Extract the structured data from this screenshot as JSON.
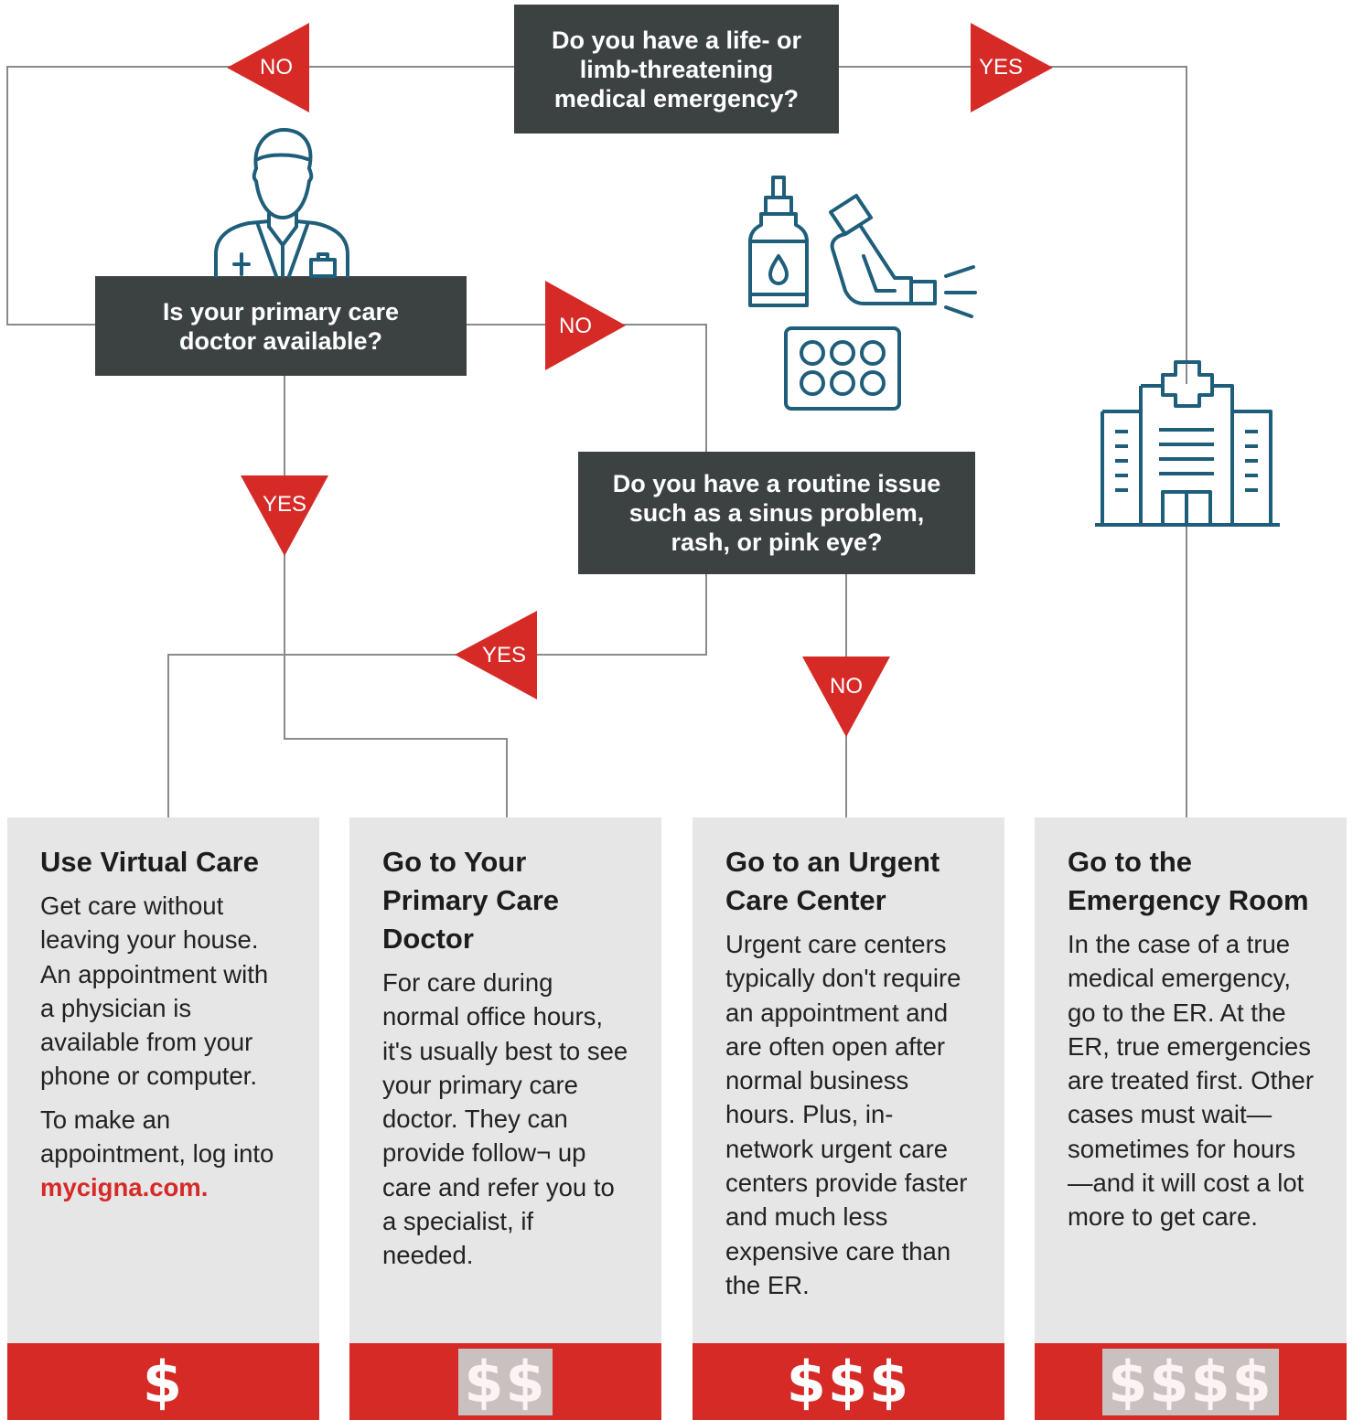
{
  "questions": {
    "q1": [
      "Do you have a life- or",
      "limb-threatening",
      "medical emergency?"
    ],
    "q2": [
      "Is your primary care",
      "doctor available?"
    ],
    "q3": [
      "Do you have a routine issue",
      "such as a sinus problem,",
      "rash, or pink eye?"
    ]
  },
  "arrows": {
    "q1_no": "NO",
    "q1_yes": "YES",
    "q2_no": "NO",
    "q2_yes": "YES",
    "q3_yes": "YES",
    "q3_no": "NO"
  },
  "cards": [
    {
      "title": "Use Virtual Care",
      "body": "Get care without leaving your house. An appointment with a physician is available from your phone or computer.",
      "body2": "To make an appointment, log into",
      "link": "mycigna.com.",
      "cost": "$"
    },
    {
      "title": "Go to Your Primary Care Doctor",
      "body": "For care during normal office hours, it's usually best to see your primary care doctor. They can provide follow¬ up care and refer you to a specialist, if needed.",
      "cost": "$$"
    },
    {
      "title": "Go to an Urgent Care Center",
      "body": "Urgent care centers typically don't require an appointment and are often open after normal business hours. Plus, in-network urgent care centers provide faster and much less expensive care than the ER.",
      "cost": "$$$"
    },
    {
      "title": "Go to the Emergency Room",
      "body": "In the case of a true medical emergency, go to the ER. At the ER, true emergencies are treated first. Other cases must wait—sometimes for hours—and it will cost a lot more to get care.",
      "cost": "$$$$"
    }
  ],
  "icons": [
    "doctor-icon",
    "medicine-bottle-icon",
    "inhaler-icon",
    "pill-pack-icon",
    "hospital-icon"
  ],
  "colors": {
    "accent_red": "#d62a27",
    "question_box": "#3c4242",
    "card_bg": "#e6e6e7",
    "icon_blue": "#1f5e7a",
    "line_gray": "#8a8a8a"
  }
}
